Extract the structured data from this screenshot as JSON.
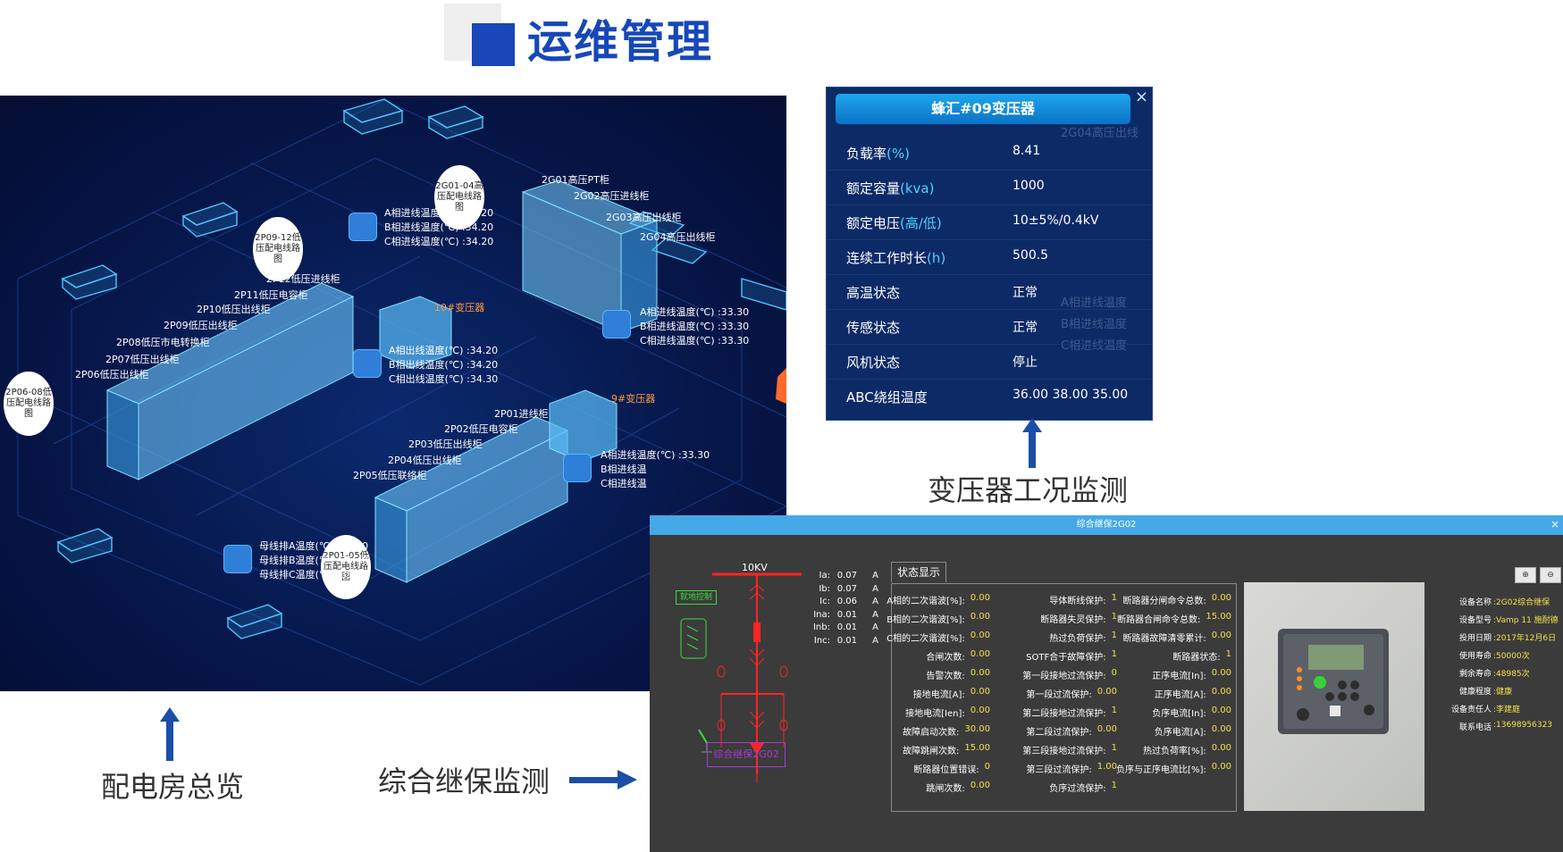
{
  "title": "运维管理",
  "room": {
    "ovals": [
      "2G01-04高压配电线路图",
      "2P09-12低压配电线路图",
      "2P06-08低压配电线路图",
      "2P01-05低压配电线路图"
    ],
    "hv_cabinets": [
      "2G01高压PT柜",
      "2G02高压进线柜",
      "2G03高压出线柜",
      "2G04高压出线柜"
    ],
    "lv_group_a": [
      "2P12低压进线柜",
      "2P11低压电容柜",
      "2P10低压出线柜",
      "2P09低压出线柜",
      "2P08低压市电转换柜",
      "2P07低压出线柜",
      "2P06低压出线柜"
    ],
    "lv_group_b": [
      "2P01进线柜",
      "2P02低压电容柜",
      "2P03低压出线柜",
      "2P04低压出线柜",
      "2P05低压联络柜"
    ],
    "transformer10": "10#变压器",
    "transformer9": "9#变压器",
    "temps_top": [
      "A相进线温度(℃) :34.20",
      "B相进线温度(℃) :34.20",
      "C相进线温度(℃) :34.20"
    ],
    "temps_mid": [
      "A相出线温度(℃) :34.20",
      "B相出线温度(℃) :34.20",
      "C相出线温度(℃) :34.30"
    ],
    "temps_right": [
      "A相进线温度(℃) :33.30",
      "B相进线温度(℃) :33.30",
      "C相进线温度(℃) :33.30"
    ],
    "temps_t9": [
      "A相进线温度(℃) :33.30",
      "B相进线温",
      "C相进线温"
    ],
    "temps_bus": [
      "母线排A温度(℃) :35.80",
      "母线排B温度(℃) :36.40",
      "母线排C温度(℃) :35.60"
    ]
  },
  "transformer_popup": {
    "header": "蜂汇#09变压器",
    "close": "×",
    "rows": [
      {
        "label": "负载率",
        "unit": "(%)",
        "value": "8.41"
      },
      {
        "label": "额定容量",
        "unit": "(kva)",
        "value": "1000"
      },
      {
        "label": "额定电压",
        "unit": "(高/低)",
        "value": "10±5%/0.4kV"
      },
      {
        "label": "连续工作时长",
        "unit": "(h)",
        "value": "500.5"
      },
      {
        "label": "高温状态",
        "unit": "",
        "value": "正常"
      },
      {
        "label": "传感状态",
        "unit": "",
        "value": "正常"
      },
      {
        "label": "风机状态",
        "unit": "",
        "value": "停止"
      },
      {
        "label": "ABC绕组温度",
        "unit": "",
        "value": "36.00 38.00 35.00"
      }
    ],
    "bg_texts": [
      "2G04高压出线",
      "A相进线温度",
      "B相进线温度",
      "C相进线温度"
    ]
  },
  "captions": {
    "transformer": "变压器工况监测",
    "room": "配电房总览",
    "relay": "综合继保监测"
  },
  "relay": {
    "window_title": "综合继保2G02",
    "close": "×",
    "voltage": "10KV",
    "local_control": "就地控制",
    "device_label": "综合继保2G02",
    "currents": [
      {
        "k": "Ia:",
        "v": "0.07",
        "u": "A"
      },
      {
        "k": "Ib:",
        "v": "0.07",
        "u": "A"
      },
      {
        "k": "Ic:",
        "v": "0.06",
        "u": "A"
      },
      {
        "k": "Ina:",
        "v": "0.01",
        "u": "A"
      },
      {
        "k": "Inb:",
        "v": "0.01",
        "u": "A"
      },
      {
        "k": "Inc:",
        "v": "0.01",
        "u": "A"
      }
    ],
    "status_tab": "状态显示",
    "col1": [
      {
        "k": "A相的二次谐波[%]:",
        "v": "0.00"
      },
      {
        "k": "B相的二次谐波[%]:",
        "v": "0.00"
      },
      {
        "k": "C相的二次谐波[%]:",
        "v": "0.00"
      },
      {
        "k": "合闸次数:",
        "v": "0.00"
      },
      {
        "k": "告警次数:",
        "v": "0.00"
      },
      {
        "k": "接地电流[A]:",
        "v": "0.00"
      },
      {
        "k": "接地电流[Ien]:",
        "v": "0.00"
      },
      {
        "k": "故障启动次数:",
        "v": "30.00"
      },
      {
        "k": "故障跳闸次数:",
        "v": "15.00"
      },
      {
        "k": "断路器位置错误:",
        "v": "0"
      },
      {
        "k": "跳闸次数:",
        "v": "0.00"
      }
    ],
    "col2": [
      {
        "k": "导体断线保护:",
        "v": "1"
      },
      {
        "k": "断路器失灵保护:",
        "v": "1"
      },
      {
        "k": "热过负荷保护:",
        "v": "1"
      },
      {
        "k": "SOTF合于故障保护:",
        "v": "1"
      },
      {
        "k": "第一段接地过流保护:",
        "v": "0"
      },
      {
        "k": "第一段过流保护:",
        "v": "0.00"
      },
      {
        "k": "第二段接地过流保护:",
        "v": "1"
      },
      {
        "k": "第二段过流保护:",
        "v": "0.00"
      },
      {
        "k": "第三段接地过流保护:",
        "v": "1"
      },
      {
        "k": "第三段过流保护:",
        "v": "1.00"
      },
      {
        "k": "负序过流保护:",
        "v": "1"
      }
    ],
    "col3": [
      {
        "k": "断路器分闸命令总数:",
        "v": "0.00"
      },
      {
        "k": "断路器合闸命令总数:",
        "v": "15.00"
      },
      {
        "k": "断路器故障清零累计:",
        "v": "0.00"
      },
      {
        "k": "断路器状态:",
        "v": "1"
      },
      {
        "k": "正序电流[In]:",
        "v": "0.00"
      },
      {
        "k": "正序电流[A]:",
        "v": "0.00"
      },
      {
        "k": "负序电流[In]:",
        "v": "0.00"
      },
      {
        "k": "负序电流[A]:",
        "v": "0.00"
      },
      {
        "k": "热过负荷率[%]:",
        "v": "0.00"
      },
      {
        "k": "负序与正序电流比[%]:",
        "v": "0.00"
      }
    ],
    "device_info": [
      {
        "k": "设备名称",
        "v": ":2G02综合继保"
      },
      {
        "k": "设备型号",
        "v": ":Vamp 11 施耐德"
      },
      {
        "k": "投用日期",
        "v": ":2017年12月6日"
      },
      {
        "k": "使用寿命",
        "v": ":50000次"
      },
      {
        "k": "剩余寿命",
        "v": ":48985次"
      },
      {
        "k": "健康程度",
        "v": ":健康"
      },
      {
        "k": "设备责任人",
        "v": ":李建庭"
      },
      {
        "k": "联系电话",
        "v": ":13698956323"
      }
    ],
    "tool_icons": [
      "zoom-in-icon",
      "zoom-out-icon"
    ]
  }
}
